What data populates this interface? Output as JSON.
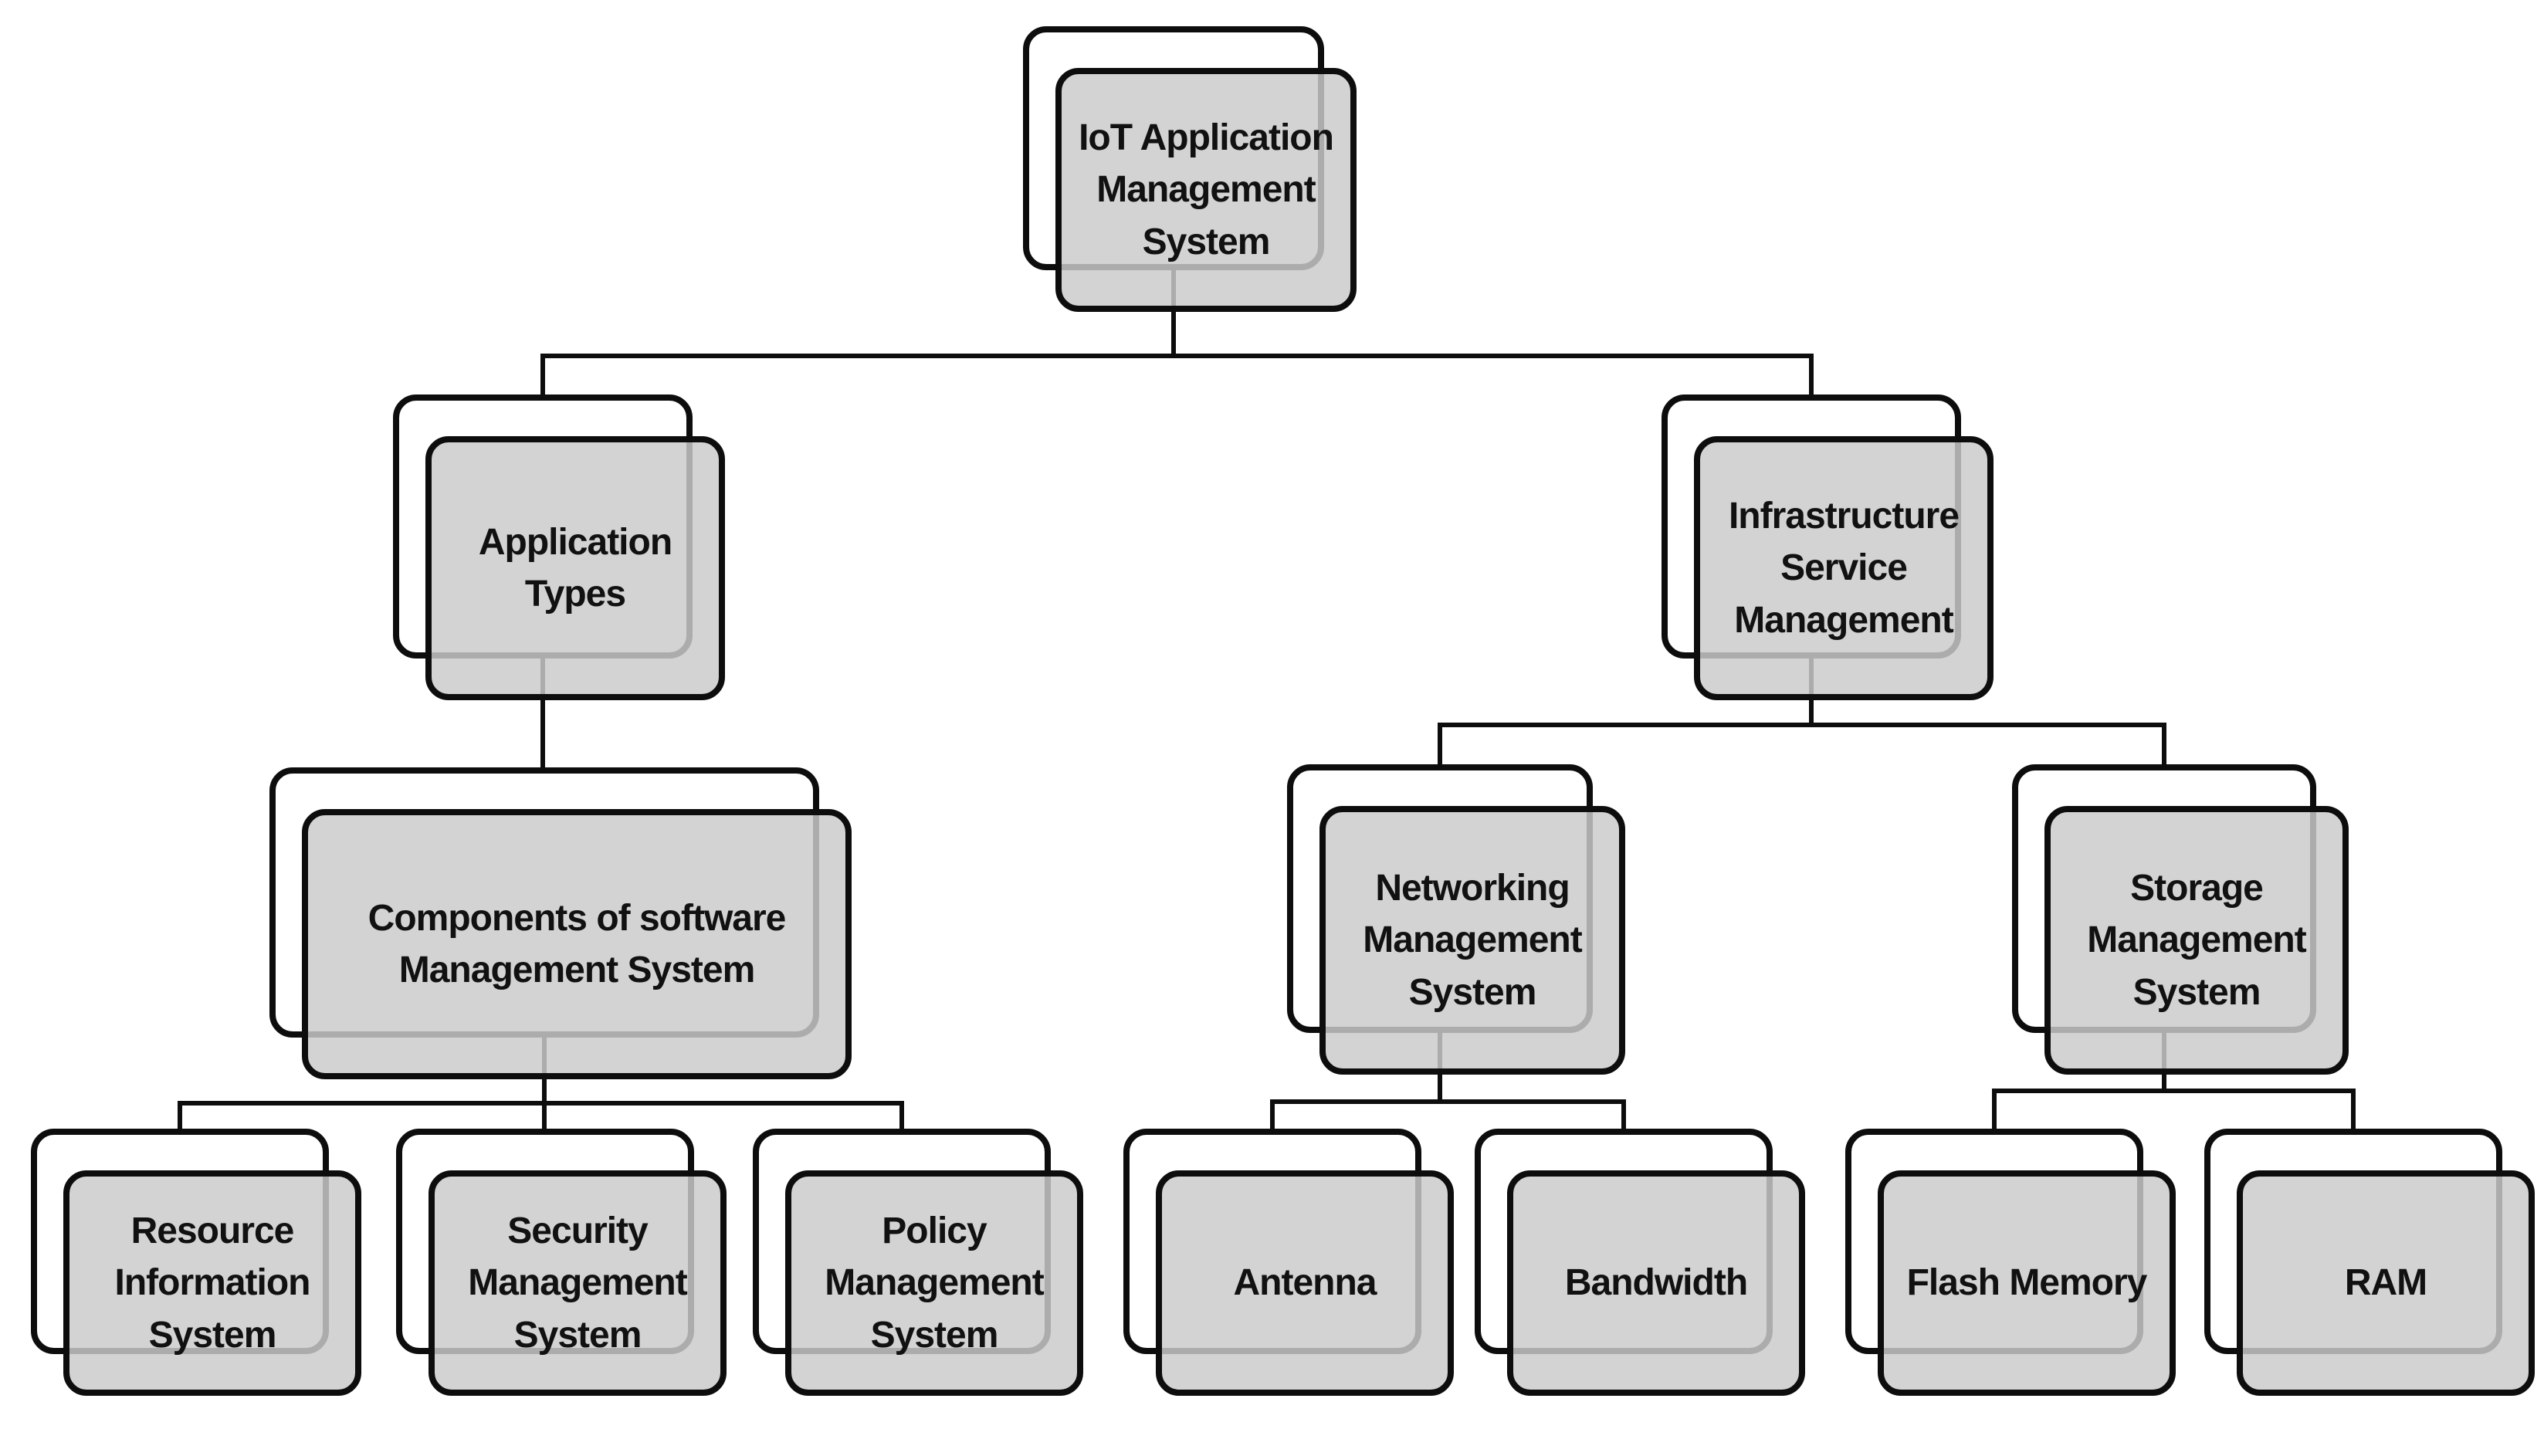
{
  "diagram": {
    "title": "IoT Application Management System hierarchy",
    "type": "tree-diagram",
    "colors": {
      "background": "#ffffff",
      "box_fill": "#cbcbcb",
      "box_back_fill": "#ffffff",
      "box_border": "#0d0d0d",
      "connector": "#0d0d0d",
      "text": "#111111"
    },
    "nodes": [
      {
        "id": "iot-application-management-system",
        "label": "IoT Application\nManagement\nSystem",
        "parent": null,
        "level": 1
      },
      {
        "id": "application-types",
        "label": "Application\nTypes",
        "parent": "iot-application-management-system",
        "level": 2
      },
      {
        "id": "infrastructure-service-management",
        "label": "Infrastructure\nService\nManagement",
        "parent": "iot-application-management-system",
        "level": 2
      },
      {
        "id": "components-of-software-management-system",
        "label": "Components of software\nManagement System",
        "parent": "application-types",
        "level": 3
      },
      {
        "id": "networking-management-system",
        "label": "Networking\nManagement\nSystem",
        "parent": "infrastructure-service-management",
        "level": 3
      },
      {
        "id": "storage-management-system",
        "label": "Storage\nManagement\nSystem",
        "parent": "infrastructure-service-management",
        "level": 3
      },
      {
        "id": "resource-information-system",
        "label": "Resource\nInformation\nSystem",
        "parent": "components-of-software-management-system",
        "level": 4
      },
      {
        "id": "security-management-system",
        "label": "Security\nManagement\nSystem",
        "parent": "components-of-software-management-system",
        "level": 4
      },
      {
        "id": "policy-management-system",
        "label": "Policy\nManagement\nSystem",
        "parent": "components-of-software-management-system",
        "level": 4
      },
      {
        "id": "antenna",
        "label": "Antenna",
        "parent": "networking-management-system",
        "level": 4
      },
      {
        "id": "bandwidth",
        "label": "Bandwidth",
        "parent": "networking-management-system",
        "level": 4
      },
      {
        "id": "flash-memory",
        "label": "Flash Memory",
        "parent": "storage-management-system",
        "level": 4
      },
      {
        "id": "ram",
        "label": "RAM",
        "parent": "storage-management-system",
        "level": 4
      }
    ]
  }
}
